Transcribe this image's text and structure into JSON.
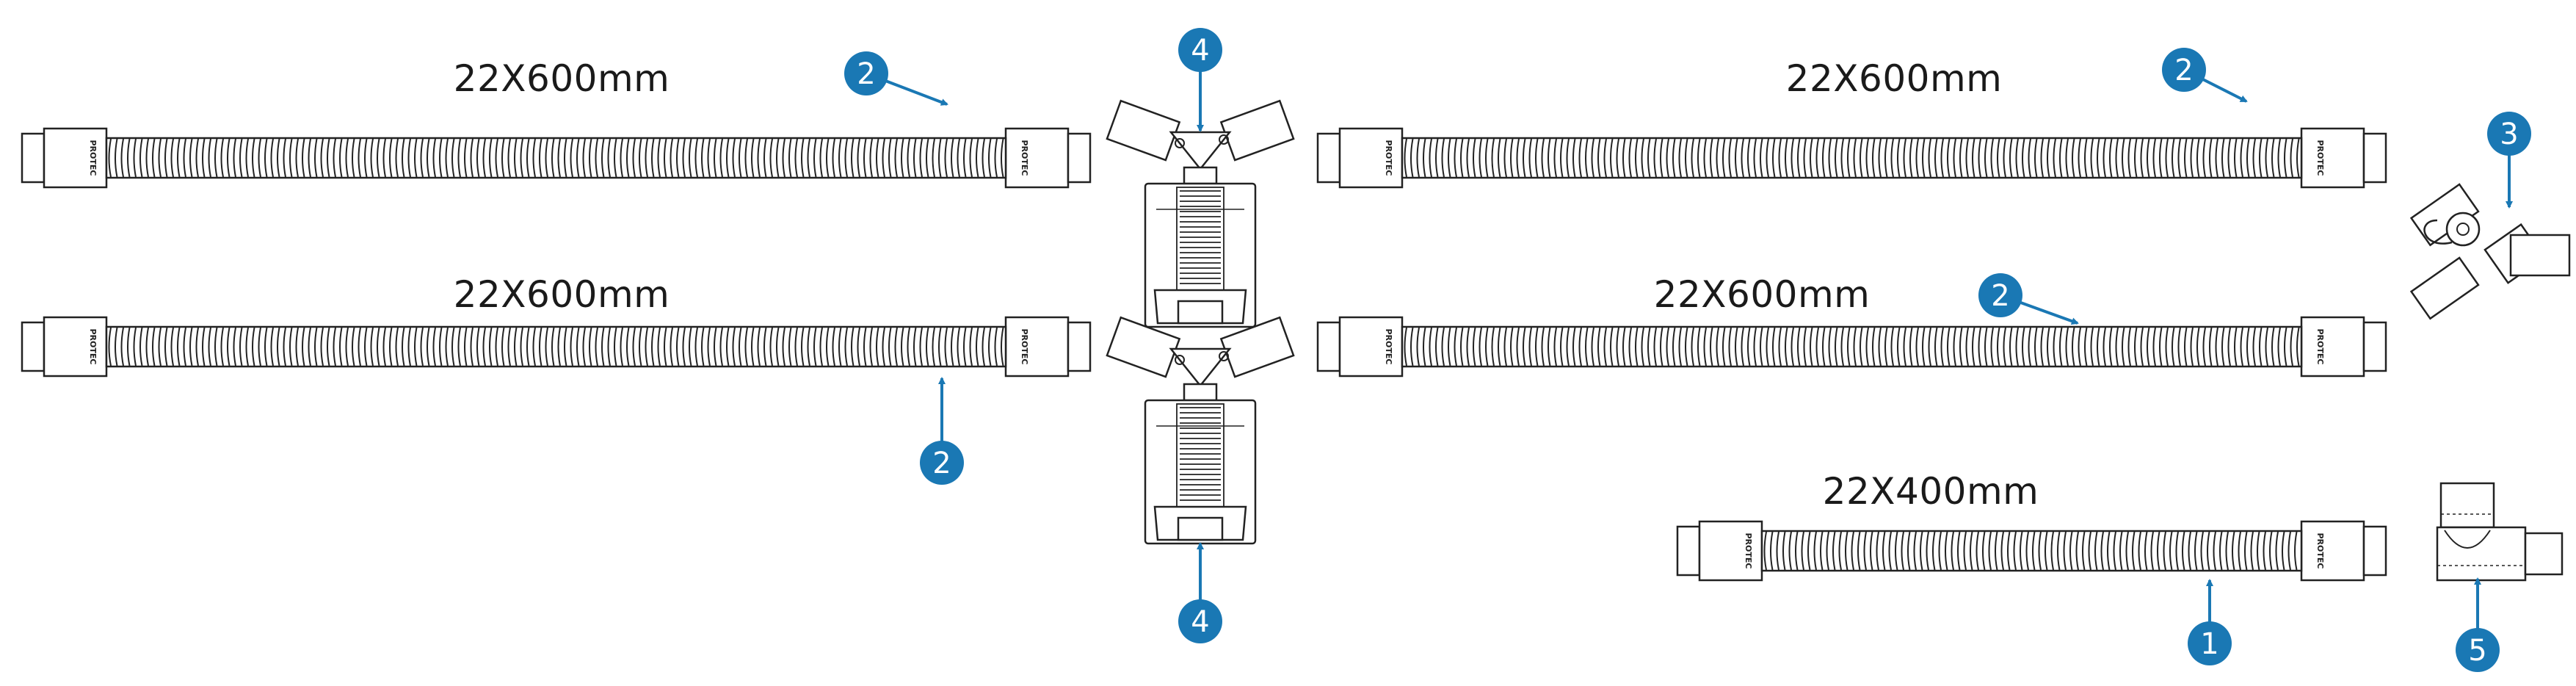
{
  "colors": {
    "callout": "#1a78b4",
    "line": "#222222",
    "hose_fill": "#ffffff"
  },
  "icons": [
    "corrugated-hose-icon",
    "y-connector-water-trap-icon",
    "y-piece-icon",
    "elbow-connector-icon"
  ],
  "labels": {
    "hose_top_left": "22X600mm",
    "hose_mid_left": "22X600mm",
    "hose_top_right": "22X600mm",
    "hose_mid_right": "22X600mm",
    "hose_bottom": "22X400mm"
  },
  "cuff_text": "PROTEC",
  "callouts": {
    "c1": "1",
    "c2a": "2",
    "c2b": "2",
    "c2c": "2",
    "c2d": "2",
    "c3": "3",
    "c4a": "4",
    "c4b": "4",
    "c5": "5"
  }
}
